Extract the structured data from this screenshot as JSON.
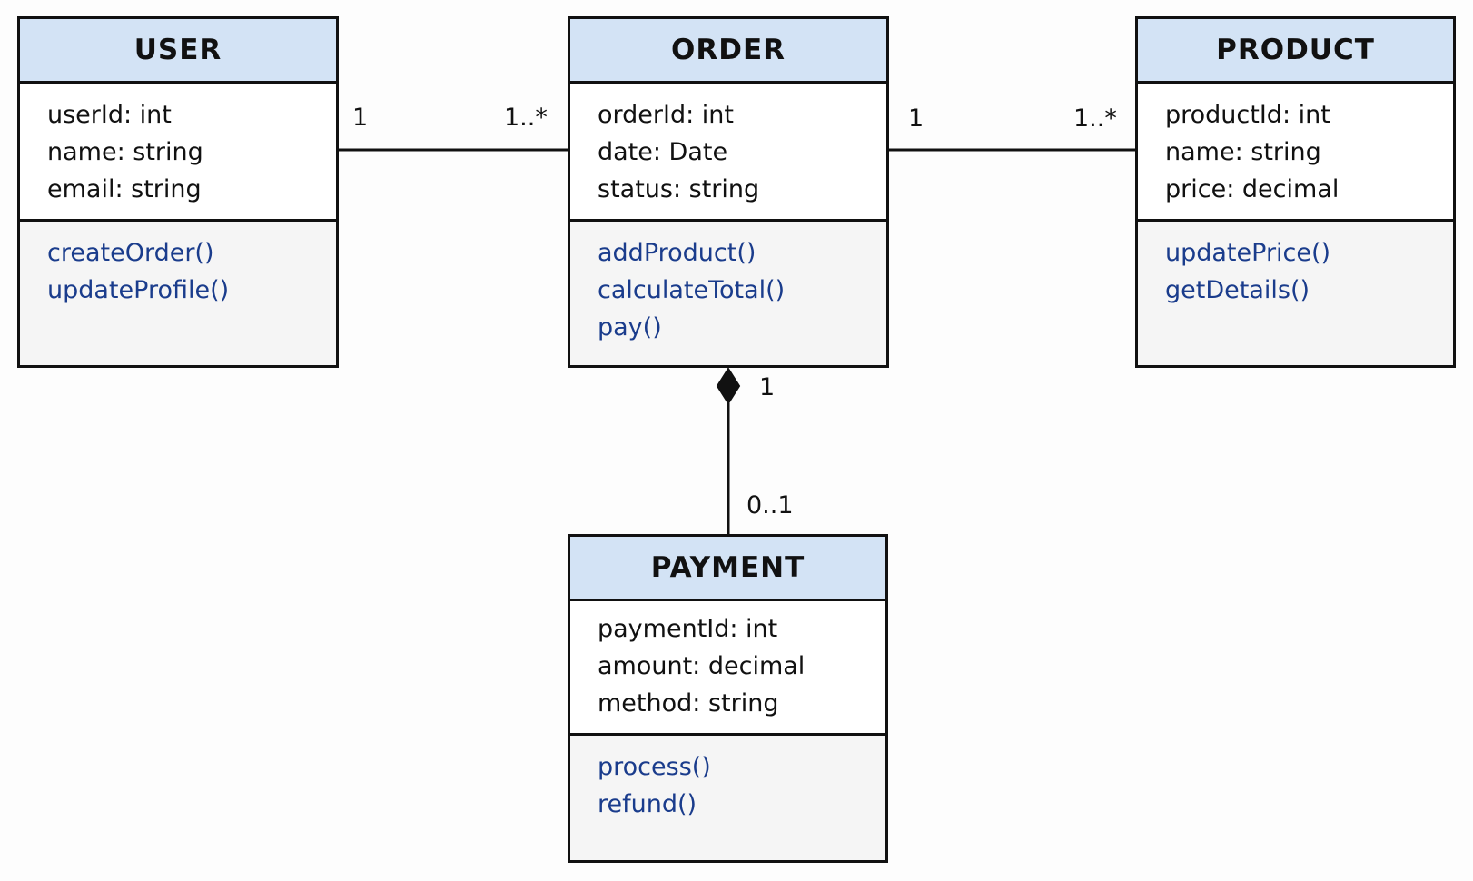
{
  "classes": {
    "user": {
      "name": "USER",
      "attributes": [
        "userId: int",
        "name: string",
        "email: string"
      ],
      "methods": [
        "createOrder()",
        "updateProfile()"
      ]
    },
    "order": {
      "name": "ORDER",
      "attributes": [
        "orderId: int",
        "date: Date",
        "status: string"
      ],
      "methods": [
        "addProduct()",
        "calculateTotal()",
        "pay()"
      ]
    },
    "product": {
      "name": "PRODUCT",
      "attributes": [
        "productId: int",
        "name: string",
        "price: decimal"
      ],
      "methods": [
        "updatePrice()",
        "getDetails()"
      ]
    },
    "payment": {
      "name": "PAYMENT",
      "attributes": [
        "paymentId: int",
        "amount: decimal",
        "method: string"
      ],
      "methods": [
        "process()",
        "refund()"
      ]
    }
  },
  "relationships": {
    "user_order": {
      "type": "association",
      "from": "USER",
      "to": "ORDER",
      "from_multiplicity": "1",
      "to_multiplicity": "1..*"
    },
    "order_product": {
      "type": "association",
      "from": "ORDER",
      "to": "PRODUCT",
      "from_multiplicity": "1",
      "to_multiplicity": "1..*"
    },
    "order_payment": {
      "type": "composition",
      "from": "ORDER",
      "to": "PAYMENT",
      "from_multiplicity": "1",
      "to_multiplicity": "0..1"
    }
  },
  "colors": {
    "header_fill": "#d3e3f5",
    "border": "#111111",
    "attribute_text": "#111111",
    "method_text": "#1a3c8c",
    "methods_fill": "#f5f5f5"
  }
}
